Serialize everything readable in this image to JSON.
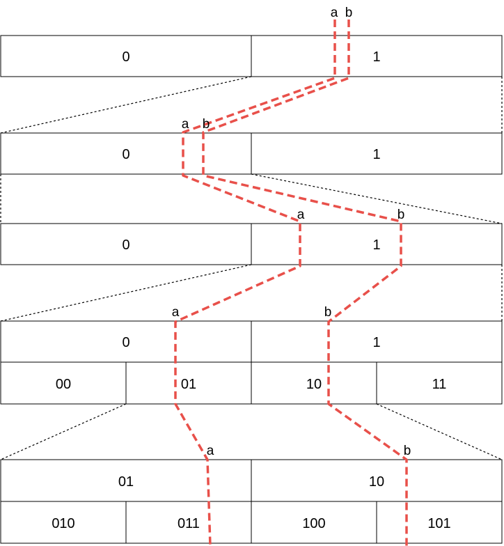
{
  "colors": {
    "path": "#e8504a",
    "box_stroke": "#000000",
    "background": "#ffffff"
  },
  "rows": [
    {
      "cells": [
        "0",
        "1"
      ]
    },
    {
      "cells": [
        "0",
        "1"
      ]
    },
    {
      "cells": [
        "0",
        "1"
      ]
    },
    {
      "cells": [
        "0",
        "1"
      ],
      "subcells": [
        "00",
        "01",
        "10",
        "11"
      ]
    },
    {
      "cells": [
        "01",
        "10"
      ],
      "subcells": [
        "010",
        "011",
        "100",
        "101"
      ]
    }
  ],
  "points": {
    "level0": {
      "a": "a",
      "b": "b"
    },
    "level1": {
      "a": "a",
      "b": "b"
    },
    "level2": {
      "a": "a",
      "b": "b"
    },
    "level3": {
      "a": "a",
      "b": "b"
    },
    "level4": {
      "a": "a",
      "b": "b"
    }
  }
}
